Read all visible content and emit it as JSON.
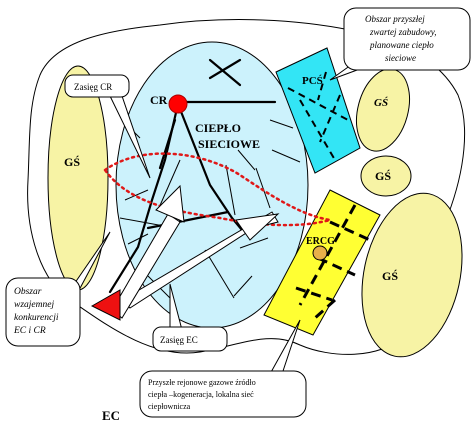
{
  "labels": {
    "cr": "CR",
    "cieplo_line1": "CIEPŁO",
    "cieplo_line2": "SIECIOWE",
    "pcs": "PCŚ",
    "ercg": "ERCG",
    "gs_left": "GŚ",
    "gs_right_top": "GŚ",
    "gs_right_mid": "GŚ",
    "gs_right_bottom": "GŚ",
    "ec": "EC"
  },
  "callouts": {
    "future_area": [
      "Obszar przyszłej",
      "zwartej zabudowy,",
      "planowane ciepło",
      "sieciowe"
    ],
    "zasieg_cr": "Zasięg CR",
    "competition": [
      "Obszar",
      "wzajemnej",
      "konkurencji",
      "EC i CR"
    ],
    "zasieg_ec": "Zasięg EC",
    "future_gas": [
      "Przyszłe rejonowe gazowe źródło",
      "ciepła –kogeneracja, lokalna sieć",
      "ciepłownicza"
    ]
  },
  "colors": {
    "network_area": "#ccf2fc",
    "pcs_area": "#33e5f5",
    "gs_area": "#f7f3a5",
    "ercg_area": "#ffff33",
    "cr_source": "#ff0000",
    "ec_source": "#ee1111",
    "ercg_source": "#e8b04a",
    "competition_line": "#e01818"
  }
}
